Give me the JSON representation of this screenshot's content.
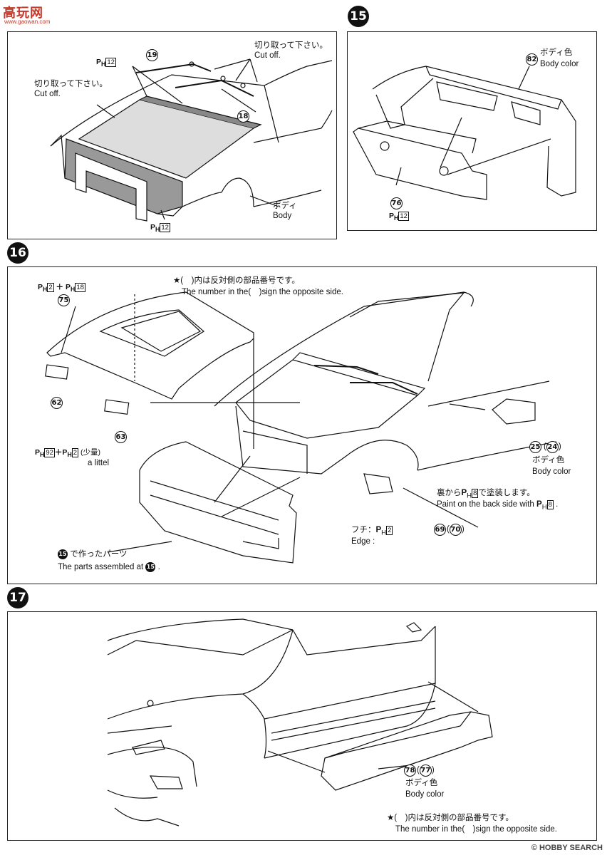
{
  "logo": {
    "main": "高玩网",
    "sub": "www.gaowan.com"
  },
  "watermark": "© HOBBY SEARCH",
  "steps": {
    "s15": "15",
    "s16": "16",
    "s17": "17"
  },
  "panel_a": {
    "ph12_left": "P",
    "ph12_left_box": "12",
    "cut_left_jp": "切り取って下さい。",
    "cut_left_en": "Cut off.",
    "cut_right_jp": "切り取って下さい。",
    "cut_right_en": "Cut off.",
    "part19": "19",
    "part18": "18",
    "body_jp": "ボディ",
    "body_en": "Body",
    "ph12_bottom_box": "12"
  },
  "panel_15": {
    "part82": "82",
    "color_jp": "ボディ色",
    "color_en": "Body color",
    "part76": "76",
    "ph12_box": "12"
  },
  "panel_16": {
    "ph2_box": "2",
    "ph18_box": "18",
    "part75": "75",
    "note_jp": "★(　)内は反対側の部品番号です。",
    "note_en": "The number in the(　)sign the opposite side.",
    "part62": "62",
    "part63": "63",
    "ph92_box": "92",
    "ph2b_box": "2",
    "littel_jp": "(少量)",
    "littel_en": "a littel",
    "part25": "25",
    "part24": "24",
    "mirror_color_jp": "ボディ色",
    "mirror_color_en": "Body color",
    "back_jp": "裏から",
    "back_jp2": "で塗装します。",
    "back_ph8_box": "8",
    "back_en": "Paint on the back side with",
    "back_en_ph8_box": "8",
    "edge_jp": "フチ：",
    "edge_ph2_box": "2",
    "edge_en": "Edge :",
    "part69": "69",
    "part70": "70",
    "assembled_jp": "で作ったパーツ",
    "assembled_en": "The parts assembled at"
  },
  "panel_17": {
    "part78": "78",
    "part77": "77",
    "color_jp": "ボディ色",
    "color_en": "Body color",
    "note_jp": "★(　)内は反対側の部品番号です。",
    "note_en": "The number in the(　)sign the opposite side."
  }
}
